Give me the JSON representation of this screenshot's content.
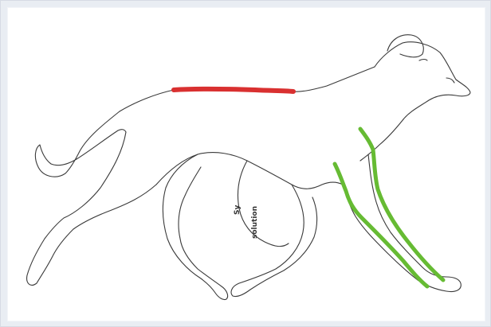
{
  "diagram": {
    "subject": "dog",
    "colors": {
      "outline": "#3a3a3a",
      "back_highlight": "#d93030",
      "front_leg_highlight": "#66bb33",
      "background": "#ffffff",
      "frame": "#e9edf3"
    },
    "handwritten_note": {
      "line1": "Sy",
      "line2": "solution"
    }
  }
}
